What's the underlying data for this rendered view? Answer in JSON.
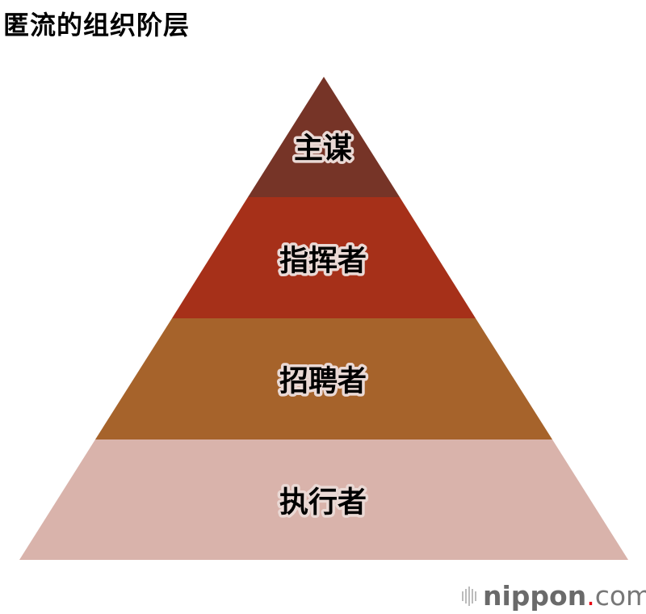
{
  "title": "匿流的组织阶层",
  "levels": [
    {
      "label": "主谋",
      "color": "#763427"
    },
    {
      "label": "指挥者",
      "color": "#a63019"
    },
    {
      "label": "招聘者",
      "color": "#a6632b"
    },
    {
      "label": "执行者",
      "color": "#d9b3ab"
    }
  ],
  "logo": {
    "name": "nippon",
    "dot": ".",
    "suffix": "com"
  }
}
